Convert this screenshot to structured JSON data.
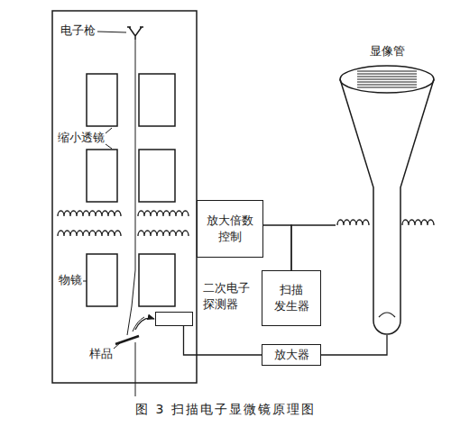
{
  "diagram": {
    "caption": "图 3 扫描电子显微镜原理图",
    "nodes": [
      {
        "text": [
          "放大倍数 控制"
        ]
      },
      {
        "text": [
          "扫描 发生器"
        ]
      },
      {
        "text": [
          "二次电子 探测器"
        ]
      },
      {
        "text": [
          "放大器"
        ]
      },
      {
        "text": [
          "显像管"
        ]
      }
    ],
    "edges": [
      {
        "from": 1,
        "to": 0,
        "arrow": "none"
      },
      {
        "from": 1,
        "to": 4,
        "arrow": "none"
      },
      {
        "from": 2,
        "to": 3,
        "arrow": "none"
      },
      {
        "from": 3,
        "to": 4,
        "arrow": "none"
      }
    ],
    "labels": [
      "电子枪",
      "缩小透镜",
      "物镜",
      "样品"
    ]
  }
}
